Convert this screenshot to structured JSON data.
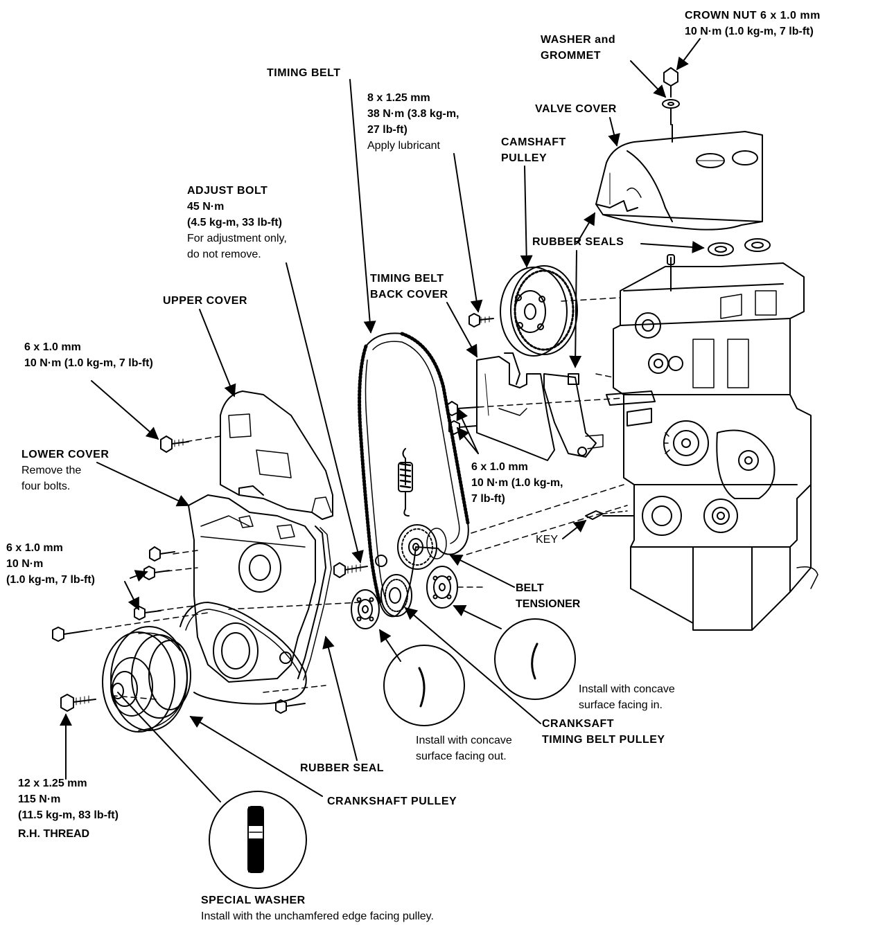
{
  "labels": {
    "crown_nut": {
      "title": "CROWN NUT 6 x 1.0 mm",
      "spec": "10 N·m (1.0 kg-m, 7 lb-ft)"
    },
    "washer_grommet": {
      "line1": "WASHER and",
      "line2": "GROMMET"
    },
    "timing_belt": {
      "title": "TIMING BELT"
    },
    "cam_bolt": {
      "size": "8 x 1.25 mm",
      "spec1": "38 N·m (3.8 kg-m,",
      "spec2": "27 lb-ft)",
      "note": "Apply lubricant"
    },
    "valve_cover": {
      "title": "VALVE COVER"
    },
    "camshaft_pulley": {
      "line1": "CAMSHAFT",
      "line2": "PULLEY"
    },
    "adjust_bolt": {
      "title": "ADJUST BOLT",
      "spec1": "45 N·m",
      "spec2": "(4.5 kg-m, 33 lb-ft)",
      "note1": "For adjustment only,",
      "note2": "do not remove."
    },
    "rubber_seals": {
      "title": "RUBBER SEALS"
    },
    "timing_belt_back_cover": {
      "line1": "TIMING BELT",
      "line2": "BACK COVER"
    },
    "upper_cover": {
      "title": "UPPER COVER"
    },
    "upper_bolt": {
      "size": "6 x 1.0 mm",
      "spec": "10 N·m (1.0 kg-m, 7 lb-ft)"
    },
    "lower_cover": {
      "title": "LOWER COVER",
      "note1": "Remove the",
      "note2": "four bolts."
    },
    "back_cover_bolt": {
      "size": "6 x 1.0 mm",
      "spec1": "10 N·m (1.0 kg-m,",
      "spec2": "7 lb-ft)"
    },
    "lower_bolt": {
      "size": "6 x 1.0 mm",
      "spec1": "10 N·m",
      "spec2": "(1.0 kg-m, 7 lb-ft)"
    },
    "key": {
      "title": "KEY"
    },
    "belt_tensioner": {
      "line1": "BELT",
      "line2": "TENSIONER"
    },
    "concave_in": {
      "line1": "Install with concave",
      "line2": "surface facing in."
    },
    "crankshaft_timing_pulley": {
      "line1": "CRANKSAFT",
      "line2": "TIMING BELT PULLEY"
    },
    "concave_out": {
      "line1": "Install with concave",
      "line2": "surface facing out."
    },
    "rubber_seal": {
      "title": "RUBBER SEAL"
    },
    "crankshaft_pulley": {
      "title": "CRANKSHAFT PULLEY"
    },
    "crank_bolt": {
      "size": "12 x 1.25 mm",
      "spec1": "115 N·m",
      "spec2": "(11.5 kg-m, 83 lb-ft)",
      "thread": "R.H. THREAD"
    },
    "special_washer": {
      "title": "SPECIAL WASHER",
      "note": "Install with the unchamfered edge facing pulley."
    }
  }
}
